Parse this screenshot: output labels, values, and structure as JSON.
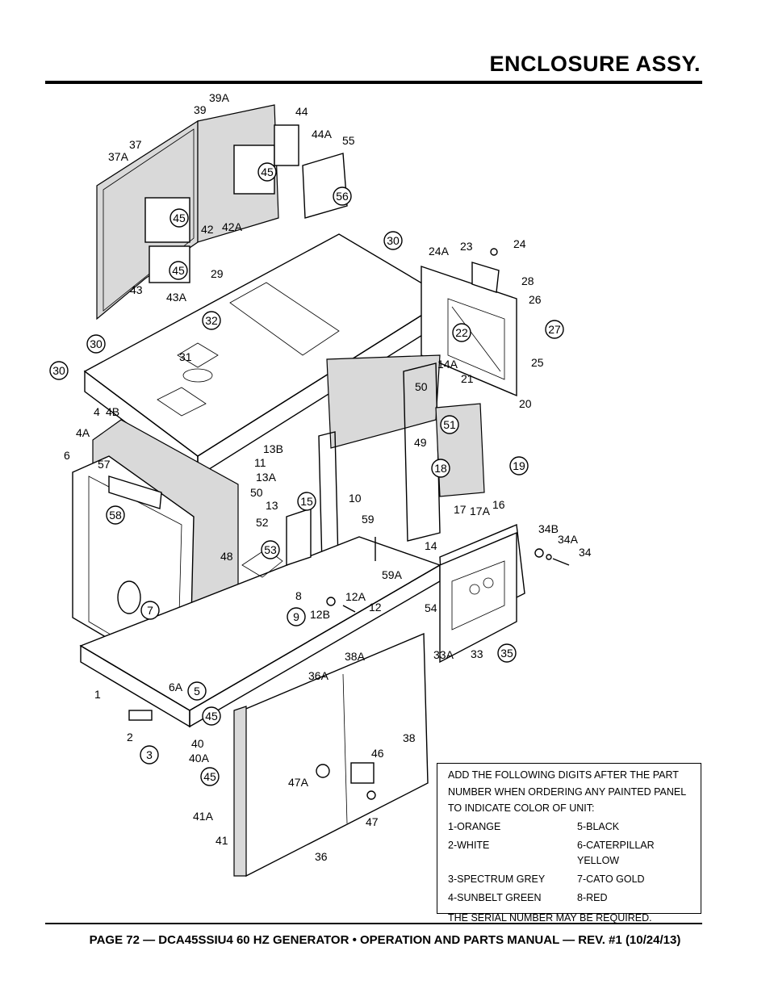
{
  "header": {
    "title": "ENCLOSURE ASSY."
  },
  "footer": {
    "text": "PAGE 72 — DCA45SSIU4 60 HZ GENERATOR • OPERATION AND PARTS MANUAL — REV. #1 (10/24/13)"
  },
  "note": {
    "intro": "ADD THE FOLLOWING DIGITS AFTER THE PART NUMBER WHEN ORDERING ANY PAINTED PANEL TO INDICATE COLOR OF UNIT:",
    "colors": [
      "1-ORANGE",
      "5-BLACK",
      "2-WHITE",
      "6-CATERPILLAR YELLOW",
      "3-SPECTRUM GREY",
      "7-CATO GOLD",
      "4-SUNBELT GREEN",
      "8-RED"
    ],
    "serial": "THE SERIAL NUMBER MAY BE REQUIRED."
  },
  "callouts": [
    {
      "label": "39A"
    },
    {
      "label": "39"
    },
    {
      "label": "44"
    },
    {
      "label": "44A"
    },
    {
      "label": "55"
    },
    {
      "label": "37"
    },
    {
      "label": "37A"
    },
    {
      "label": "45",
      "circled": true
    },
    {
      "label": "56",
      "circled": true
    },
    {
      "label": "45",
      "circled": true
    },
    {
      "label": "42"
    },
    {
      "label": "42A"
    },
    {
      "label": "45",
      "circled": true
    },
    {
      "label": "43"
    },
    {
      "label": "43A"
    },
    {
      "label": "29"
    },
    {
      "label": "30",
      "circled": true
    },
    {
      "label": "24A"
    },
    {
      "label": "23"
    },
    {
      "label": "24"
    },
    {
      "label": "28"
    },
    {
      "label": "26"
    },
    {
      "label": "32",
      "circled": true
    },
    {
      "label": "22",
      "circled": true
    },
    {
      "label": "27",
      "circled": true
    },
    {
      "label": "25"
    },
    {
      "label": "30",
      "circled": true
    },
    {
      "label": "31"
    },
    {
      "label": "30",
      "circled": true
    },
    {
      "label": "14A"
    },
    {
      "label": "21"
    },
    {
      "label": "20"
    },
    {
      "label": "50"
    },
    {
      "label": "4"
    },
    {
      "label": "4B"
    },
    {
      "label": "4A"
    },
    {
      "label": "49"
    },
    {
      "label": "51",
      "circled": true
    },
    {
      "label": "13B"
    },
    {
      "label": "6"
    },
    {
      "label": "11"
    },
    {
      "label": "18",
      "circled": true
    },
    {
      "label": "19",
      "circled": true
    },
    {
      "label": "57"
    },
    {
      "label": "13A"
    },
    {
      "label": "50"
    },
    {
      "label": "15",
      "circled": true
    },
    {
      "label": "10"
    },
    {
      "label": "17"
    },
    {
      "label": "17A"
    },
    {
      "label": "16"
    },
    {
      "label": "58",
      "circled": true
    },
    {
      "label": "13"
    },
    {
      "label": "52"
    },
    {
      "label": "59"
    },
    {
      "label": "14"
    },
    {
      "label": "34B"
    },
    {
      "label": "34A"
    },
    {
      "label": "34"
    },
    {
      "label": "53",
      "circled": true
    },
    {
      "label": "48"
    },
    {
      "label": "59A"
    },
    {
      "label": "8"
    },
    {
      "label": "12A"
    },
    {
      "label": "7",
      "circled": true
    },
    {
      "label": "9",
      "circled": true
    },
    {
      "label": "12B"
    },
    {
      "label": "12"
    },
    {
      "label": "54"
    },
    {
      "label": "38A"
    },
    {
      "label": "33A"
    },
    {
      "label": "33"
    },
    {
      "label": "35",
      "circled": true
    },
    {
      "label": "36A"
    },
    {
      "label": "6A"
    },
    {
      "label": "5",
      "circled": true
    },
    {
      "label": "1"
    },
    {
      "label": "45",
      "circled": true
    },
    {
      "label": "38"
    },
    {
      "label": "2"
    },
    {
      "label": "40"
    },
    {
      "label": "3",
      "circled": true
    },
    {
      "label": "40A"
    },
    {
      "label": "46"
    },
    {
      "label": "45",
      "circled": true
    },
    {
      "label": "47A"
    },
    {
      "label": "41A"
    },
    {
      "label": "47"
    },
    {
      "label": "41"
    },
    {
      "label": "36"
    }
  ]
}
